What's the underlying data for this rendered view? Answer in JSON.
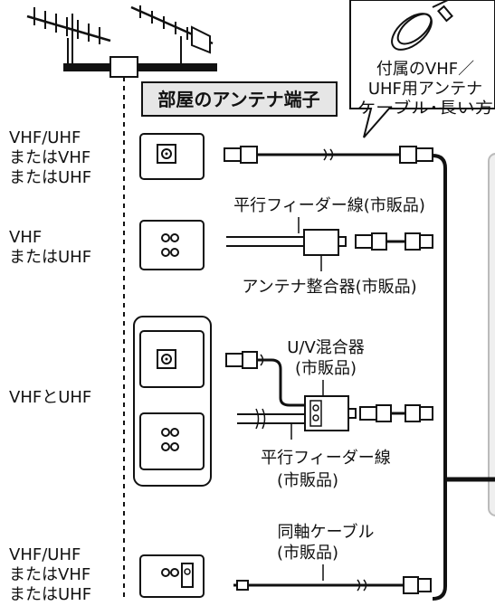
{
  "header_label": "部屋のアンテナ端子",
  "accessory_callout": [
    "付属のVHF／",
    "UHF用アンテナ",
    "ケーブル･長い方"
  ],
  "rows": [
    {
      "type_lines": [
        "VHF/UHF",
        "またはVHF",
        "またはUHF"
      ]
    },
    {
      "type_lines": [
        "VHF",
        "またはUHF"
      ]
    },
    {
      "type_lines": [
        "VHFとUHF"
      ]
    },
    {
      "type_lines": [
        "VHF/UHF",
        "またはVHF",
        "またはUHF"
      ]
    }
  ],
  "parts": {
    "parallel_feeder_1": "平行フィーダー線(市販品)",
    "antenna_matcher": "アンテナ整合器(市販品)",
    "uv_mixer": [
      "U/V混合器",
      "(市販品)"
    ],
    "parallel_feeder_2": [
      "平行フィーダー線",
      "(市販品)"
    ],
    "coax_cable": [
      "同軸ケーブル",
      "(市販品)"
    ]
  },
  "colors": {
    "stroke": "#111111",
    "header_bg": "#e6e6e6",
    "panel_bg": "#efefef",
    "callout_bg": "#ffffff"
  }
}
